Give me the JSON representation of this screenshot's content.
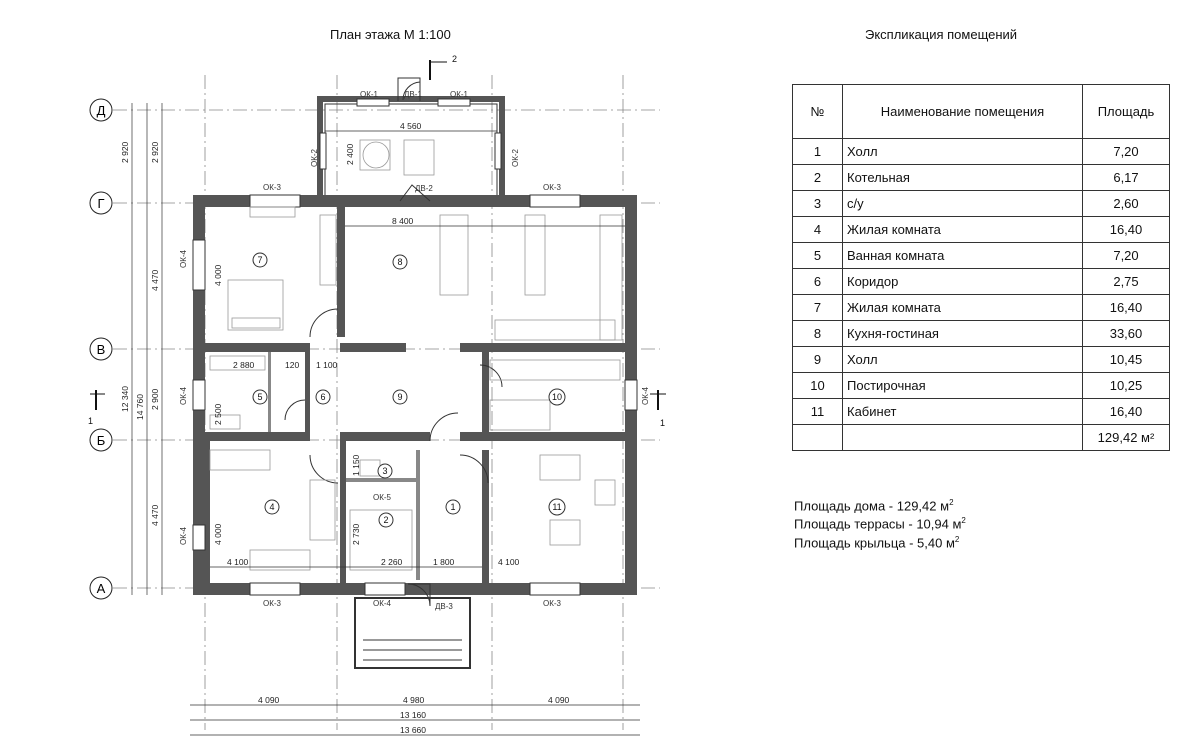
{
  "plan_title": "План этажа М 1:100",
  "table_title": "Экспликация помещений",
  "table": {
    "headers": [
      "№",
      "Наименование помещения",
      "Площадь"
    ],
    "rows": [
      {
        "num": "1",
        "name": "Холл",
        "area": "7,20"
      },
      {
        "num": "2",
        "name": "Котельная",
        "area": "6,17"
      },
      {
        "num": "3",
        "name": "с/у",
        "area": "2,60"
      },
      {
        "num": "4",
        "name": "Жилая комната",
        "area": "16,40"
      },
      {
        "num": "5",
        "name": "Ванная комната",
        "area": "7,20"
      },
      {
        "num": "6",
        "name": "Коридор",
        "area": "2,75"
      },
      {
        "num": "7",
        "name": "Жилая комната",
        "area": "16,40"
      },
      {
        "num": "8",
        "name": "Кухня-гостиная",
        "area": "33,60"
      },
      {
        "num": "9",
        "name": "Холл",
        "area": "10,45"
      },
      {
        "num": "10",
        "name": "Постирочная",
        "area": "10,25"
      },
      {
        "num": "11",
        "name": "Кабинет",
        "area": "16,40"
      }
    ],
    "total": "129,42 м²"
  },
  "summary": {
    "house_area": "Площадь дома - 129,42 м",
    "terrace_area": "Площадь террасы - 10,94 м",
    "porch_area": "Площадь крыльца - 5,40 м",
    "unit_sup": "2"
  },
  "axes": {
    "d": "Д",
    "g": "Г",
    "v": "В",
    "b": "Б",
    "a": "А"
  },
  "section_marks": {
    "top": "2",
    "side": "1"
  },
  "rooms": {
    "r1": "1",
    "r2": "2",
    "r3": "3",
    "r4": "4",
    "r5": "5",
    "r6": "6",
    "r7": "7",
    "r8": "8",
    "r9": "9",
    "r10": "10",
    "r11": "11"
  },
  "openings": {
    "ok1": "ОК-1",
    "ok2": "ОК-2",
    "ok3": "ОК-3",
    "ok4": "ОК-4",
    "ok5": "ОК-5",
    "dv1": "ДВ-1",
    "dv2": "ДВ-2",
    "dv3": "ДВ-3"
  },
  "dims": {
    "d4560": "4 560",
    "d8400": "8 400",
    "d2400": "2 400",
    "d4000": "4 000",
    "d2880": "2 880",
    "d120": "120",
    "d1100": "1 100",
    "d2500": "2 500",
    "d1150": "1 150",
    "d2730": "2 730",
    "d4100": "4 100",
    "d2260": "2 260",
    "d1800": "1 800",
    "d4090": "4 090",
    "d4980": "4 980",
    "d13160": "13 160",
    "d13660": "13 660",
    "d2920": "2 920",
    "d4470": "4 470",
    "d2900": "2 900",
    "d12340": "12 340",
    "d14760": "14 760"
  }
}
